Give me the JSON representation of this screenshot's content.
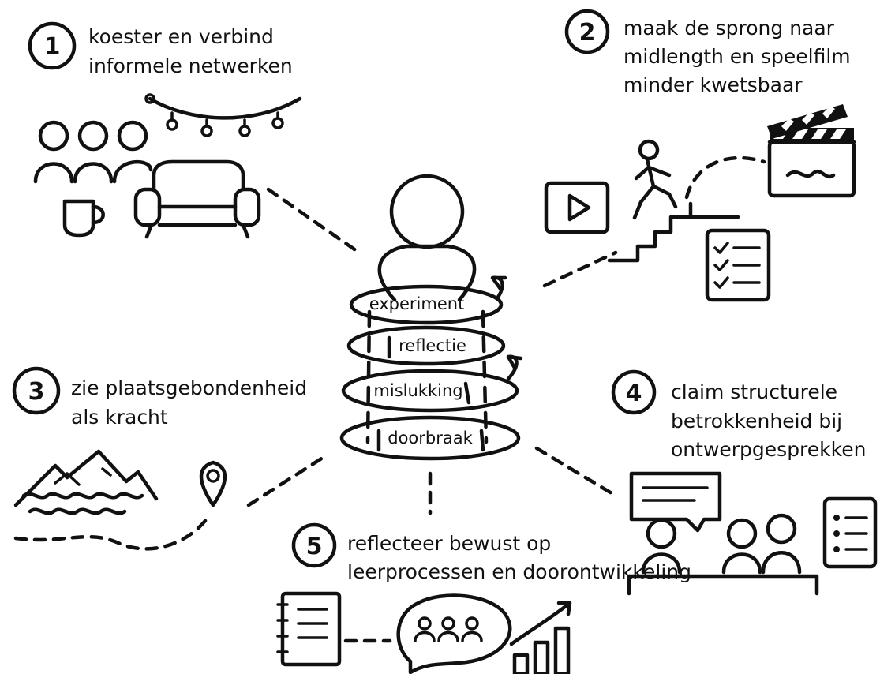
{
  "center": {
    "rings": [
      "experiment",
      "reflectie",
      "mislukking",
      "doorbraak"
    ]
  },
  "steps": [
    {
      "number": "1",
      "lines": [
        "koester en verbind",
        "informele netwerken"
      ]
    },
    {
      "number": "2",
      "lines": [
        "maak de sprong naar",
        "midlength en speelfilm",
        "minder kwetsbaar"
      ]
    },
    {
      "number": "3",
      "lines": [
        "zie plaatsgebondenheid",
        "als kracht"
      ]
    },
    {
      "number": "4",
      "lines": [
        "claim structurele",
        "betrokkenheid bij",
        "ontwerpgesprekken"
      ]
    },
    {
      "number": "5",
      "lines": [
        "reflecteer bewust op",
        "leerprocessen en doorontwikkeling"
      ]
    }
  ]
}
